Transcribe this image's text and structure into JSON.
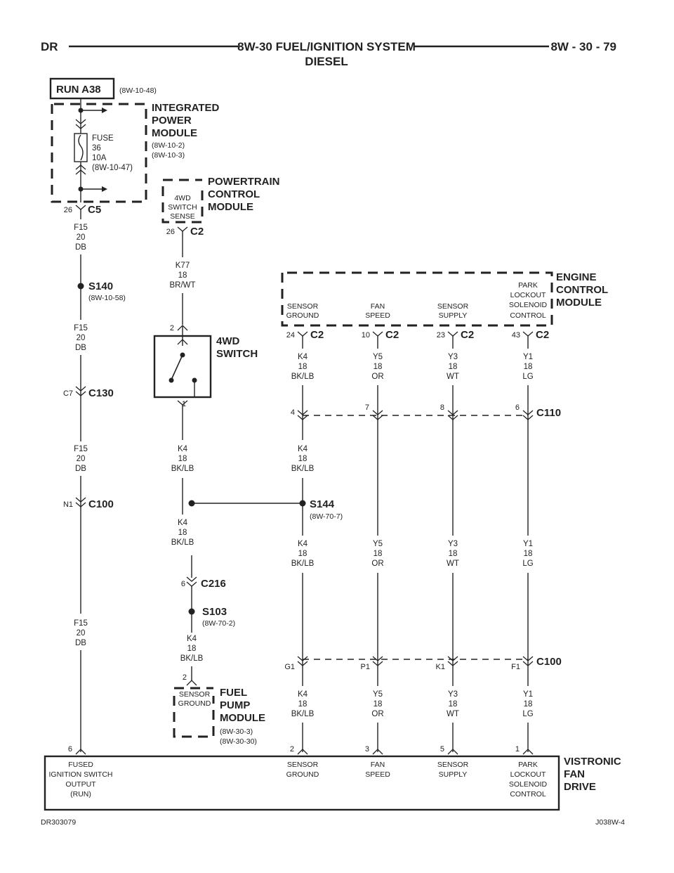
{
  "header": {
    "left": "DR",
    "title": "8W-30 FUEL/IGNITION SYSTEM",
    "subtitle": "DIESEL",
    "page": "8W - 30 - 79"
  },
  "footer": {
    "left": "DR303079",
    "right": "J038W-4"
  },
  "run": {
    "label": "RUN A38",
    "ref": "(8W-10-48)"
  },
  "ipm": {
    "title": [
      "INTEGRATED",
      "POWER",
      "MODULE"
    ],
    "refs": [
      "(8W-10-2)",
      "(8W-10-3)"
    ],
    "fuse": [
      "FUSE",
      "36",
      "10A",
      "(8W-10-47)"
    ],
    "pin": "26",
    "connector": "C5"
  },
  "pcm": {
    "title": [
      "POWERTRAIN",
      "CONTROL",
      "MODULE"
    ],
    "inner": [
      "4WD",
      "SWITCH",
      "SENSE"
    ],
    "pin": "26",
    "connector": "C2"
  },
  "ecm": {
    "title": [
      "ENGINE",
      "CONTROL",
      "MODULE"
    ],
    "cols": [
      {
        "name": [
          "SENSOR",
          "GROUND"
        ],
        "pin": "24",
        "connector": "C2"
      },
      {
        "name": [
          "FAN",
          "SPEED"
        ],
        "pin": "10",
        "connector": "C2"
      },
      {
        "name": [
          "SENSOR",
          "SUPPLY"
        ],
        "pin": "23",
        "connector": "C2"
      },
      {
        "name": [
          "PARK",
          "LOCKOUT",
          "SOLENOID",
          "CONTROL"
        ],
        "pin": "43",
        "connector": "C2"
      }
    ]
  },
  "wires": {
    "f15": [
      "F15",
      "20",
      "DB"
    ],
    "k77": [
      "K77",
      "18",
      "BR/WT"
    ],
    "k4": [
      "K4",
      "18",
      "BK/LB"
    ],
    "y5": [
      "Y5",
      "18",
      "OR"
    ],
    "y3": [
      "Y3",
      "18",
      "WT"
    ],
    "y1": [
      "Y1",
      "18",
      "LG"
    ]
  },
  "splices": {
    "s140": {
      "name": "S140",
      "ref": "(8W-10-58)"
    },
    "s144": {
      "name": "S144",
      "ref": "(8W-70-7)"
    },
    "s103": {
      "name": "S103",
      "ref": "(8W-70-2)"
    }
  },
  "connectors": {
    "c130": {
      "name": "C130",
      "pin": "C7"
    },
    "c100a": {
      "name": "C100",
      "pin": "N1"
    },
    "c216": {
      "name": "C216",
      "pin": "6"
    },
    "c110": {
      "name": "C110",
      "pins": [
        "4",
        "7",
        "8",
        "6"
      ]
    },
    "c100b": {
      "name": "C100",
      "pins": [
        "G1",
        "P1",
        "K1",
        "F1"
      ]
    }
  },
  "switch4wd": {
    "title": [
      "4WD",
      "SWITCH"
    ],
    "pin_top": "2",
    "pin_bottom": "1"
  },
  "fpm": {
    "title": [
      "FUEL",
      "PUMP",
      "MODULE"
    ],
    "inner": [
      "SENSOR",
      "GROUND"
    ],
    "refs": [
      "(8W-30-3)",
      "(8W-30-30)"
    ],
    "pin": "2"
  },
  "vistronic": {
    "title": [
      "VISTRONIC",
      "FAN",
      "DRIVE"
    ],
    "pins": [
      "6",
      "2",
      "3",
      "5",
      "1"
    ],
    "labels": [
      [
        "FUSED",
        "IGNITION SWITCH",
        "OUTPUT",
        "(RUN)"
      ],
      [
        "SENSOR",
        "GROUND"
      ],
      [
        "FAN",
        "SPEED"
      ],
      [
        "SENSOR",
        "SUPPLY"
      ],
      [
        "PARK",
        "LOCKOUT",
        "SOLENOID",
        "CONTROL"
      ]
    ]
  }
}
